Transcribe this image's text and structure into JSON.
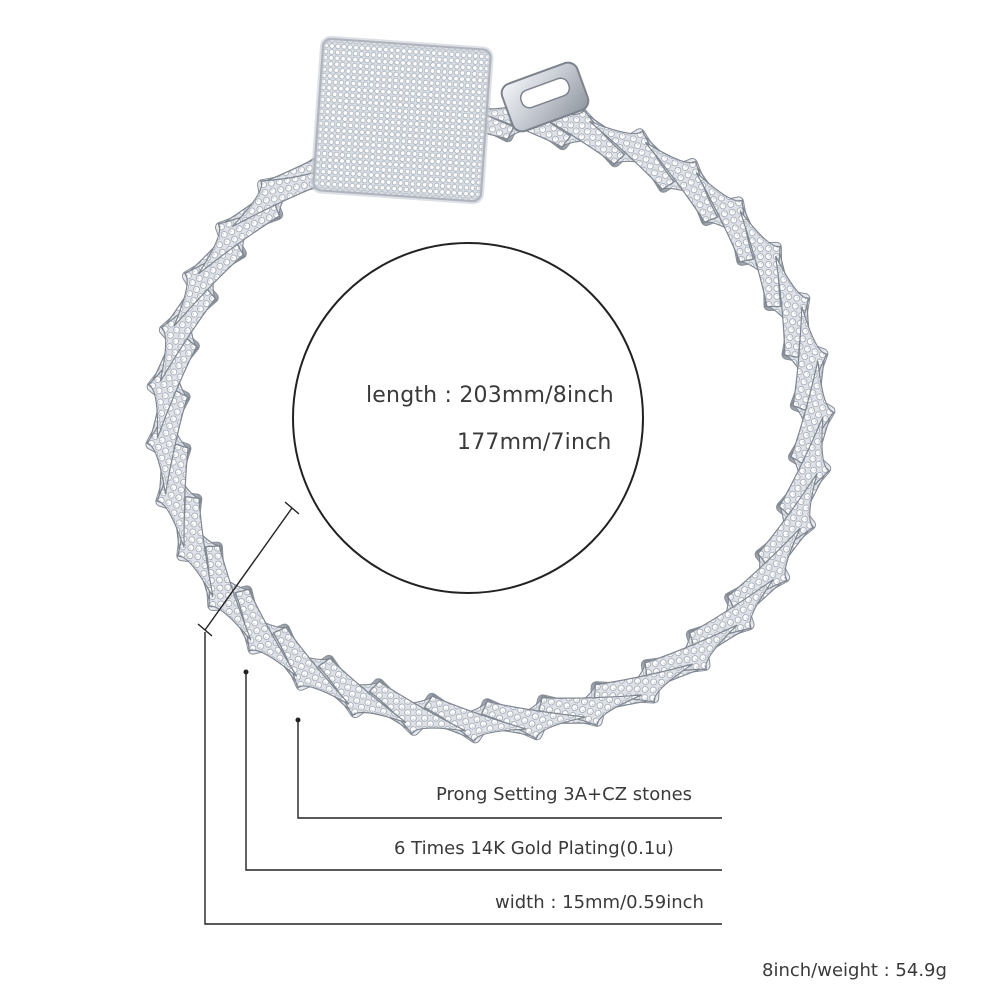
{
  "product": {
    "length_label": "length : 203mm/8inch",
    "length_alt": "177mm/7inch",
    "stone_spec": "Prong Setting 3A+CZ stones",
    "plating_spec": "6 Times  14K  Gold  Plating(0.1u)",
    "width_spec": "width : 15mm/0.59inch",
    "weight_spec": "8inch/weight :  54.9g"
  },
  "colors": {
    "metal_light": "#f2f4f7",
    "metal_mid": "#c9ced6",
    "metal_dark": "#8a9099",
    "line": "#222222",
    "text": "#3a3a3a"
  }
}
